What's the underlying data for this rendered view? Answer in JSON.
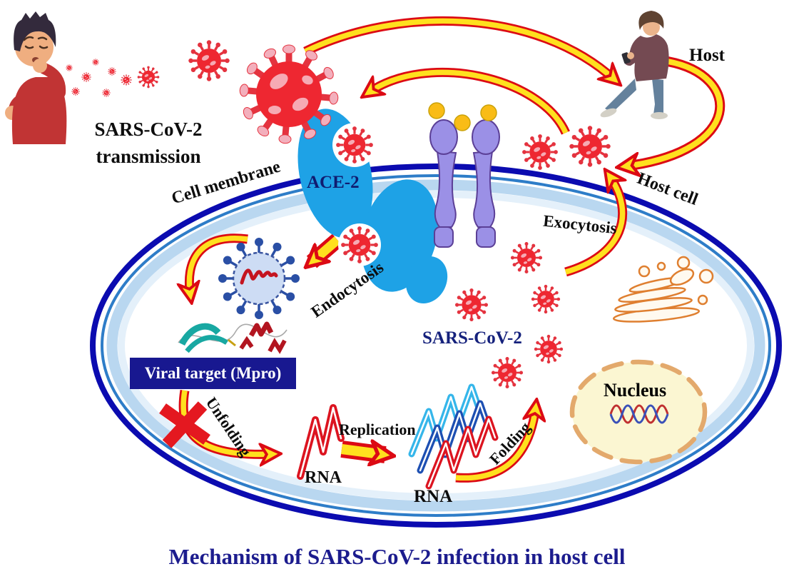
{
  "title": "Mechanism of SARS-CoV-2 infection in host cell",
  "labels": {
    "transmission_line1": "SARS-CoV-2",
    "transmission_line2": "transmission",
    "host": "Host",
    "cell_membrane": "Cell membrane",
    "ace2": "ACE-2",
    "host_cell": "Host cell",
    "exocytosis": "Exocytosis",
    "endocytosis": "Endocytosis",
    "sars_cov_2": "SARS-CoV-2",
    "viral_target": "Viral target (Mpro)",
    "unfolding": "Unfolding",
    "rna_left": "RNA",
    "replication": "Replication",
    "rna_right": "RNA",
    "folding": "Folding",
    "nucleus": "Nucleus"
  },
  "colors": {
    "virus_red": "#ee2731",
    "virus_spike": "#e4333f",
    "virus_spot_pink": "#f6aab4",
    "membrane_navy": "#0b0bb0",
    "membrane_blue": "#2e7dc8",
    "membrane_light": "#b9d7f0",
    "ace2_blue": "#1ea2e6",
    "receptor_purple": "#9b90e6",
    "receptor_outline": "#5b3f96",
    "ligand_yellow": "#f9bc16",
    "arrow_yellow": "#ffe01e",
    "arrow_red": "#dc0a14",
    "block_x_red": "#e41820",
    "nucleus_fill": "#fbf6d2",
    "nucleus_border": "#e3a96c",
    "golgi_orange": "#df7f30",
    "mpro_box_navy": "#181890",
    "title_navy": "#1c1c8e",
    "rna_red": "#dc1420",
    "rna_blue_dark": "#1d4fb2",
    "rna_blue_light": "#35b6ea",
    "endosome_fill": "#cddcf4",
    "endosome_spike_blue": "#2a4fa5"
  }
}
